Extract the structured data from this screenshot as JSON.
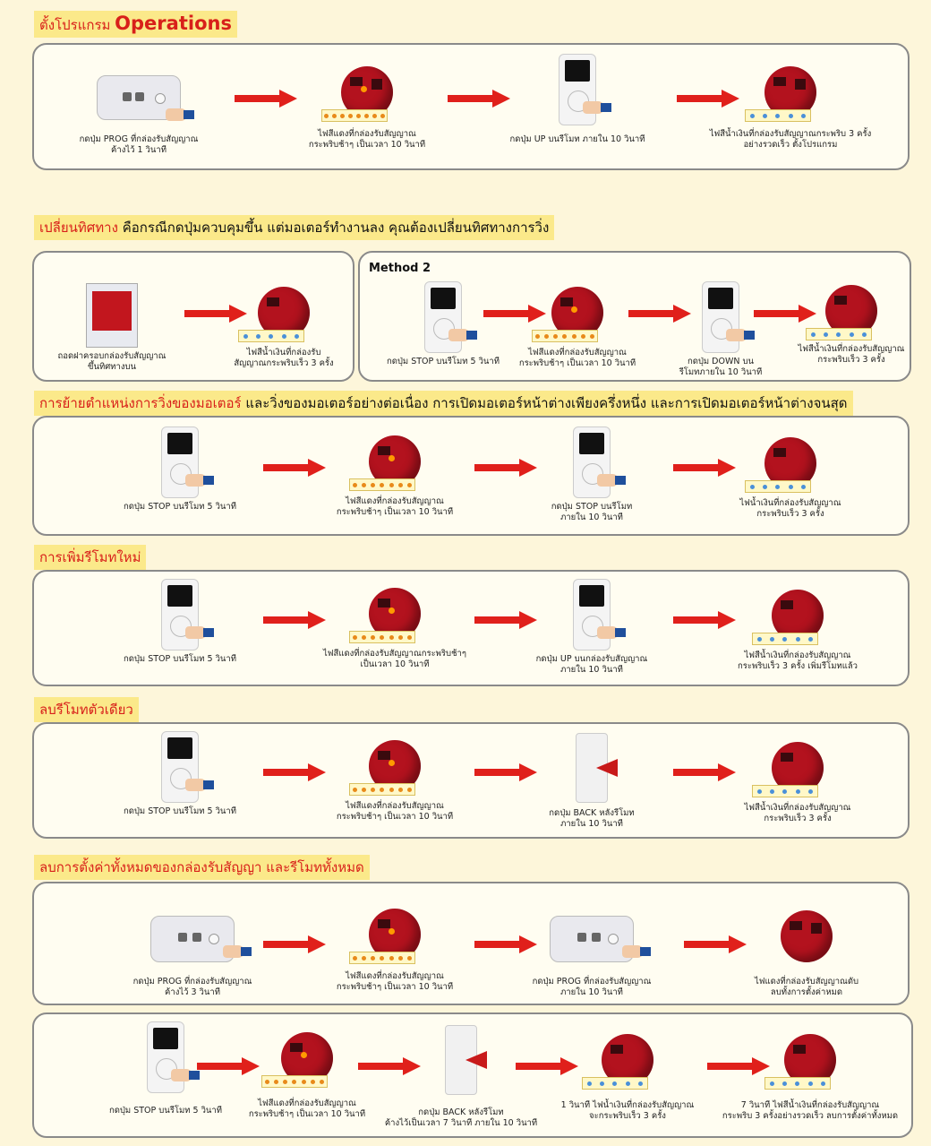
{
  "sections": {
    "s1": {
      "prefix": "ตั้งโปรแกรม ",
      "highlight": "Operations",
      "rest": ""
    },
    "s2": {
      "highlight": "เปลี่ยนทิศทาง",
      "rest": " คือกรณีกดปุ่มควบคุมขึ้น แต่มอเตอร์ทำงานลง คุณต้องเปลี่ยนทิศทางการวิ่ง"
    },
    "s3": {
      "highlight": "การย้ายตำแหน่งการวิ่งของมอเตอร์",
      "rest": " และวิ่งของมอเตอร์อย่างต่อเนื่อง การเปิดมอเตอร์หน้าต่างเพียงครึ่งหนึ่ง และการเปิดมอเตอร์หน้าต่างจนสุด"
    },
    "s4": {
      "highlight": "การเพิ่มรีโมทใหม่"
    },
    "s5": {
      "highlight": "ลบรีโมทตัวเดียว"
    },
    "s6": {
      "highlight": "ลบการตั้งค่าทั้งหมดของกล่องรับสัญญา และรีโมททั้งหมด"
    }
  },
  "method2": "Method 2",
  "captions": {
    "r1": [
      "กดปุ่ม PROG ที่กล่องรับสัญญาณ\nค้างไว้ 1 วินาที",
      "ไฟสีแดงที่กล่องรับสัญญาณ\nกระพริบช้าๆ เป็นเวลา 10 วินาที",
      "กดปุ่ม UP บนรีโมท ภายใน 10 วินาที",
      "ไฟสีน้ำเงินที่กล่องรับสัญญาณกระพริบ 3 ครั้ง\nอย่างรวดเร็ว ตั้งโปรแกรม"
    ],
    "r2a": [
      "ถอดฝาครอบกล่องรับสัญญาณ\nขึ้นทิศทางบน",
      "ไฟสีน้ำเงินที่กล่องรับ\nสัญญาณกระพริบเร็ว 3 ครั้ง"
    ],
    "r2b": [
      "กดปุ่ม STOP บนรีโมท 5 วินาที",
      "ไฟสีแดงที่กล่องรับสัญญาณ\nกระพริบช้าๆ เป็นเวลา 10 วินาที",
      "กดปุ่ม DOWN บน\nรีโมทภายใน 10 วินาที",
      "ไฟสีน้ำเงินที่กล่องรับสัญญาณ\nกระพริบเร็ว 3 ครั้ง"
    ],
    "r3": [
      "กดปุ่ม STOP บนรีโมท 5 วินาที",
      "ไฟสีแดงที่กล่องรับสัญญาณ\nกระพริบช้าๆ เป็นเวลา 10 วินาที",
      "กดปุ่ม STOP บนรีโมท\nภายใน 10 วินาที",
      "ไฟน้ำเงินที่กล่องรับสัญญาณ\nกระพริบเร็ว 3 ครั้ง"
    ],
    "r4": [
      "กดปุ่ม STOP บนรีโมท 5 วินาที",
      "ไฟสีแดงที่กล่องรับสัญญาณกระพริบช้าๆ\nเป็นเวลา 10 วินาที",
      "กดปุ่ม UP บนกล่องรับสัญญาณ\nภายใน 10 วินาที",
      "ไฟสีน้ำเงินที่กล่องรับสัญญาณ\nกระพริบเร็ว 3 ครั้ง เพิ่มรีโมทแล้ว"
    ],
    "r5": [
      "กดปุ่ม STOP บนรีโมท 5 วินาที",
      "ไฟสีแดงที่กล่องรับสัญญาณ\nกระพริบช้าๆ เป็นเวลา 10 วินาที",
      "กดปุ่ม BACK หลังรีโมท\nภายใน 10 วินาที",
      "ไฟสีน้ำเงินที่กล่องรับสัญญาณ\nกระพริบเร็ว 3 ครั้ง"
    ],
    "r6a": [
      "กดปุ่ม PROG ที่กล่องรับสัญญาณ\nค้างไว้ 3 วินาที",
      "ไฟสีแดงที่กล่องรับสัญญาณ\nกระพริบช้าๆ เป็นเวลา 10 วินาที",
      "กดปุ่ม PROG ที่กล่องรับสัญญาณ\nภายใน 10 วินาที",
      "ไฟแดงที่กล่องรับสัญญาณดับ\nลบทั้งการตั้งค่าหมด"
    ],
    "r6b": [
      "กดปุ่ม STOP บนรีโมท 5 วินาที",
      "ไฟสีแดงที่กล่องรับสัญญาณ\nกระพริบช้าๆ เป็นเวลา 10 วินาที",
      "กดปุ่ม BACK หลังรีโมท\nค้างไว้เป็นเวลา 7 วินาที ภายใน 10 วินาที",
      "1 วินาที ไฟน้ำเงินที่กล่องรับสัญญาณ\nจะกระพริบเร็ว 3 ครั้ง",
      "7 วินาที ไฟสีน้ำเงินที่กล่องรับสัญญาณ\nกระพริบ 3 ครั้งอย่างรวดเร็ว ลบการตั้งค่าทั้งหมด"
    ]
  }
}
